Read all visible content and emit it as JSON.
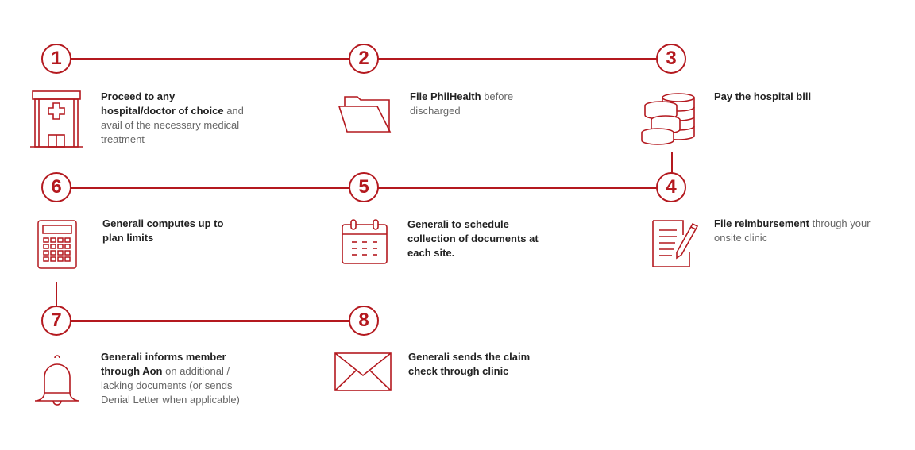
{
  "accent_color": "#b4191f",
  "steps": [
    {
      "number": "1",
      "bold": "Proceed to any hospital/doctor of choice",
      "normal": "and avail of the necessary medical treatment",
      "icon": "hospital-icon"
    },
    {
      "number": "2",
      "bold": "File PhilHealth",
      "normal": "before discharged",
      "icon": "folder-icon"
    },
    {
      "number": "3",
      "bold": "Pay the hospital bill",
      "normal": "",
      "icon": "coins-icon"
    },
    {
      "number": "4",
      "bold": "File reimbursement",
      "normal": "through your onsite clinic",
      "icon": "document-pen-icon"
    },
    {
      "number": "5",
      "bold": "Generali to schedule collection of documents at each site.",
      "normal": "",
      "icon": "calendar-icon"
    },
    {
      "number": "6",
      "bold": "Generali computes up to plan limits",
      "normal": "",
      "icon": "calculator-icon"
    },
    {
      "number": "7",
      "bold": "Generali informs member through Aon",
      "normal": "on additional / lacking documents (or sends Denial Letter when applicable)",
      "icon": "bell-icon"
    },
    {
      "number": "8",
      "bold": "Generali sends the claim check through clinic",
      "normal": "",
      "icon": "envelope-icon"
    }
  ]
}
